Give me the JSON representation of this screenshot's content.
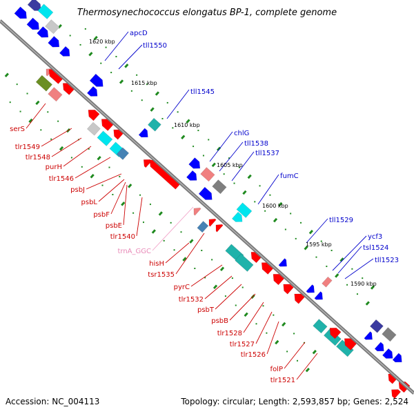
{
  "title": "Thermosynechococcus elongatus BP-1, complete genome",
  "accession": "Accession: NC_004113",
  "topology": "Topology: circular; Length: 2,593,857 bp; Genes: 2,524",
  "colors": {
    "background": "#ffffff",
    "backbone": "#808080",
    "tick": "#1f8a1f",
    "forward_label": "#0000cc",
    "reverse_label": "#cc0000",
    "trna_label": "#f2a2c8",
    "gene_red": "#ff0000",
    "gene_blue": "#0000ff",
    "gene_cyan": "#00e5ee",
    "gene_teal": "#20b2aa",
    "gene_gray": "#7f7f7f",
    "gene_lightgray": "#c8c8c8",
    "gene_pink": "#f08080",
    "gene_olive": "#6b8e23",
    "gene_steel": "#4682b4",
    "gene_navy": "#3b3ba0"
  },
  "scale_labels": [
    "1620 kbp",
    "1615 kbp",
    "1610 kbp",
    "1605 kbp",
    "1600 kbp",
    "1595 kbp",
    "1590 kbp"
  ],
  "forward_genes": [
    "apcD",
    "tll1550",
    "tll1545",
    "chlG",
    "tll1538",
    "tll1537",
    "fumC",
    "tll1529",
    "ycf3",
    "tsl1524",
    "tll1523"
  ],
  "reverse_genes": [
    "serS",
    "tlr1549",
    "tlr1548",
    "purH",
    "tlr1546",
    "psbJ",
    "psbL",
    "psbF",
    "psbE",
    "tlr1540",
    "trnA_GGC",
    "hisH",
    "tsr1535",
    "pyrC",
    "tlr1532",
    "psbT",
    "psbB",
    "tlr1528",
    "tlr1527",
    "tlr1526",
    "folP",
    "tlr1521"
  ]
}
